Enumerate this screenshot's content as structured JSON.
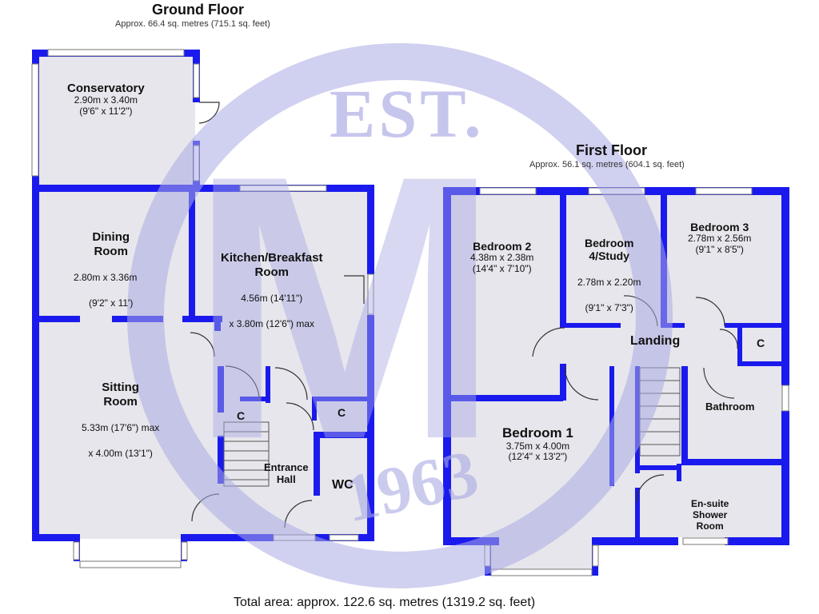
{
  "ground_floor": {
    "title": "Ground Floor",
    "area": "Approx. 66.4 sq. metres (715.1 sq. feet)",
    "rooms": [
      {
        "name": "Conservatory",
        "dims": [
          "2.90m x 3.40m",
          "(9'6\" x 11'2\")"
        ]
      },
      {
        "name": "Dining\nRoom",
        "dims": [
          "2.80m x 3.36m",
          "(9'2\" x 11')"
        ]
      },
      {
        "name": "Kitchen/Breakfast\nRoom",
        "dims": [
          "4.56m (14'11\")",
          "x 3.80m (12'6\") max"
        ]
      },
      {
        "name": "Sitting\nRoom",
        "dims": [
          "5.33m (17'6\") max",
          "x 4.00m (13'1\")"
        ]
      },
      {
        "name": "Entrance\nHall",
        "dims": []
      },
      {
        "name": "WC",
        "dims": []
      },
      {
        "name": "C",
        "dims": []
      },
      {
        "name": "C",
        "dims": []
      }
    ]
  },
  "first_floor": {
    "title": "First Floor",
    "area": "Approx. 56.1 sq. metres (604.1 sq. feet)",
    "rooms": [
      {
        "name": "Bedroom 2",
        "dims": [
          "4.38m x 2.38m",
          "(14'4\" x 7'10\")"
        ]
      },
      {
        "name": "Bedroom\n4/Study",
        "dims": [
          "2.78m x 2.20m",
          "(9'1\" x 7'3\")"
        ]
      },
      {
        "name": "Bedroom 3",
        "dims": [
          "2.78m x 2.56m",
          "(9'1\" x 8'5\")"
        ]
      },
      {
        "name": "Landing",
        "dims": []
      },
      {
        "name": "C",
        "dims": []
      },
      {
        "name": "Bathroom",
        "dims": []
      },
      {
        "name": "Bedroom 1",
        "dims": [
          "3.75m x 4.00m",
          "(12'4\" x 13'2\")"
        ]
      },
      {
        "name": "En-suite\nShower\nRoom",
        "dims": []
      }
    ]
  },
  "total_area": "Total area: approx. 122.6 sq. metres (1319.2 sq. feet)",
  "watermark": {
    "top_text": "EST.",
    "bottom_text": "1963",
    "letter": "M"
  },
  "colors": {
    "wall": "#1a1aee",
    "floor": "#e6e6ec",
    "watermark": "#a9a9e4",
    "window": "#ffffff"
  }
}
